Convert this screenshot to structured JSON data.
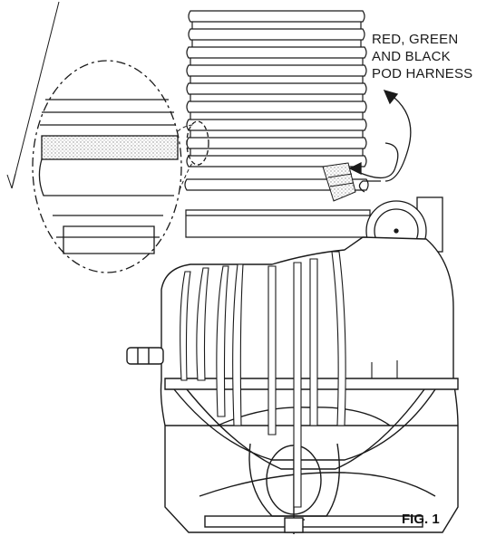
{
  "callout": {
    "line1": "RED, GREEN",
    "line2": "AND BLACK",
    "line3": "POD HARNESS"
  },
  "figure_label": "FIG. 1",
  "colors": {
    "ink": "#1a1a1a",
    "paper": "#ffffff",
    "dots": "#9a9a9a"
  }
}
